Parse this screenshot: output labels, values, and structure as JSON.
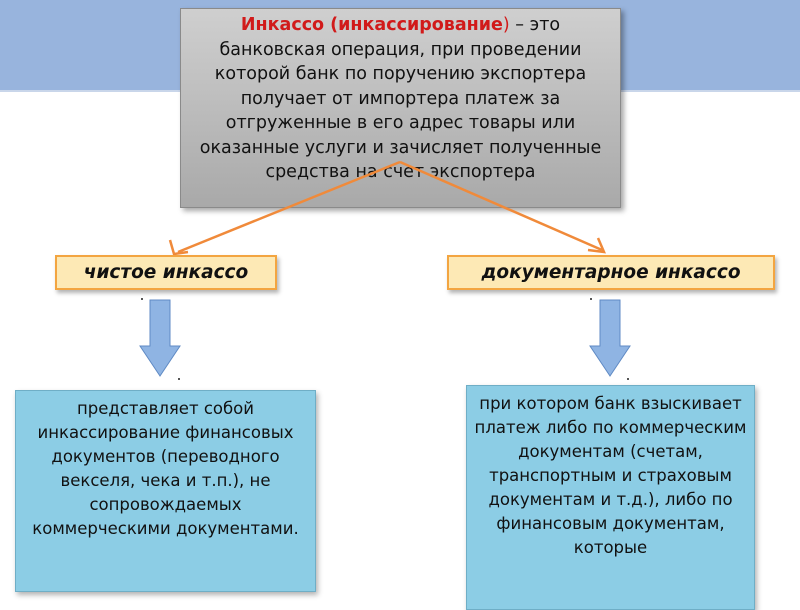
{
  "definition": {
    "term": "Инкассо (инкассирование",
    "term_close": ")",
    "text": " – это банковская операция, при проведении которой банк по поручению экспортера получает от импортера платеж за отгруженные в его адрес товары или оказанные услуги и зачисляет полученные средства на счет экспортера"
  },
  "types": {
    "left": "чистое инкассо",
    "right": "документарное инкассо"
  },
  "descriptions": {
    "left": "представляет собой инкассирование финансовых документов (переводного векселя, чека и т.п.), не сопровождаемых коммерческими документами.",
    "right": "при котором банк взыскивает платеж либо по коммерческим документам (счетам, транспортным и страховым документам и т.д.), либо по финансовым документам, которые"
  },
  "colors": {
    "band": "#98b4dd",
    "definition_box": "#bdbdbd",
    "term_red": "#d11a1a",
    "type_fill": "#fde9b5",
    "type_border": "#f3a541",
    "arrow_orange": "#f08a3a",
    "down_arrow": "#8fb4e3",
    "description_fill": "#8ccde5"
  }
}
